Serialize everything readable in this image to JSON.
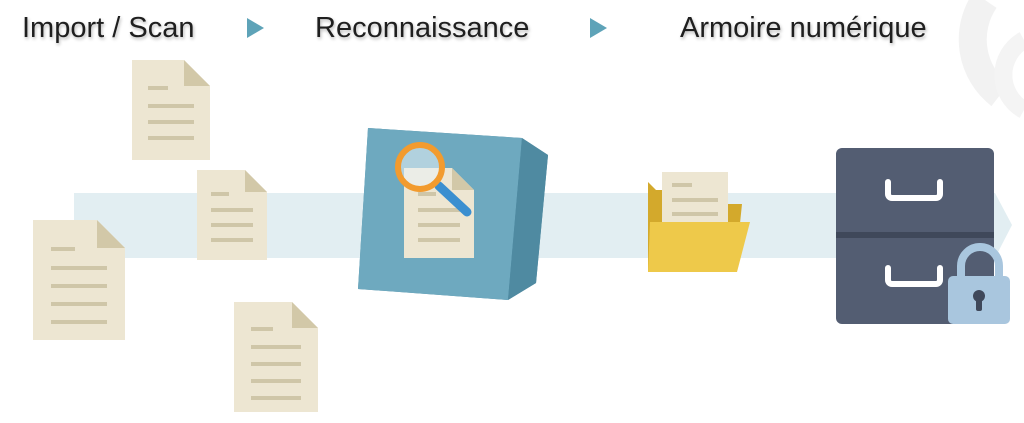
{
  "steps": [
    {
      "label": "Import / Scan"
    },
    {
      "label": "Reconnaissance"
    },
    {
      "label": "Armoire numérique"
    }
  ],
  "colors": {
    "flow_band": "#e2eef2",
    "document": "#ede6d2",
    "document_fold": "#d2c8a8",
    "document_lines": "#cfc6a8",
    "scanner_box": "#6ea9bf",
    "scanner_side": "#4f8aa1",
    "magnifier_ring": "#f29b2e",
    "folder": "#eec94a",
    "cabinet": "#535d72",
    "lock": "#a9c6de",
    "step_arrow": "#5ea3b8"
  },
  "icons": [
    "document-icon",
    "scanner-box-icon",
    "magnifier-icon",
    "folder-icon",
    "filing-cabinet-icon",
    "padlock-icon"
  ]
}
